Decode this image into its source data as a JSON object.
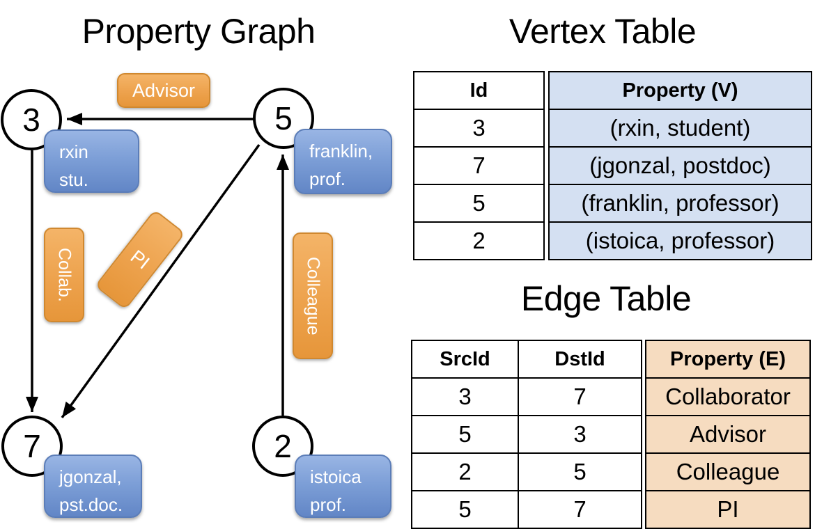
{
  "graph": {
    "title": "Property Graph",
    "vertices": [
      {
        "id": "3",
        "line1": "rxin",
        "line2": "stu."
      },
      {
        "id": "5",
        "line1": "franklin,",
        "line2": "prof."
      },
      {
        "id": "7",
        "line1": "jgonzal,",
        "line2": "pst.doc."
      },
      {
        "id": "2",
        "line1": "istoica",
        "line2": "prof."
      }
    ],
    "edge_labels": [
      "Advisor",
      "Collab.",
      "PI",
      "Colleague"
    ]
  },
  "vertex_table": {
    "title": "Vertex Table",
    "columns": [
      "Id",
      "Property (V)"
    ],
    "rows": [
      [
        "3",
        "(rxin, student)"
      ],
      [
        "7",
        "(jgonzal, postdoc)"
      ],
      [
        "5",
        "(franklin, professor)"
      ],
      [
        "2",
        "(istoica, professor)"
      ]
    ]
  },
  "edge_table": {
    "title": "Edge Table",
    "columns": [
      "SrcId",
      "DstId",
      "Property (E)"
    ],
    "rows": [
      [
        "3",
        "7",
        "Collaborator"
      ],
      [
        "5",
        "3",
        "Advisor"
      ],
      [
        "2",
        "5",
        "Colleague"
      ],
      [
        "5",
        "7",
        "PI"
      ]
    ]
  },
  "colors": {
    "edge_label_fill": "#eda24d",
    "vertex_label_fill": "#7d9fd7",
    "vertex_table_cell_fill": "#d4e0f2",
    "edge_table_cell_fill": "#f6dcc0",
    "line_color": "#000000"
  }
}
